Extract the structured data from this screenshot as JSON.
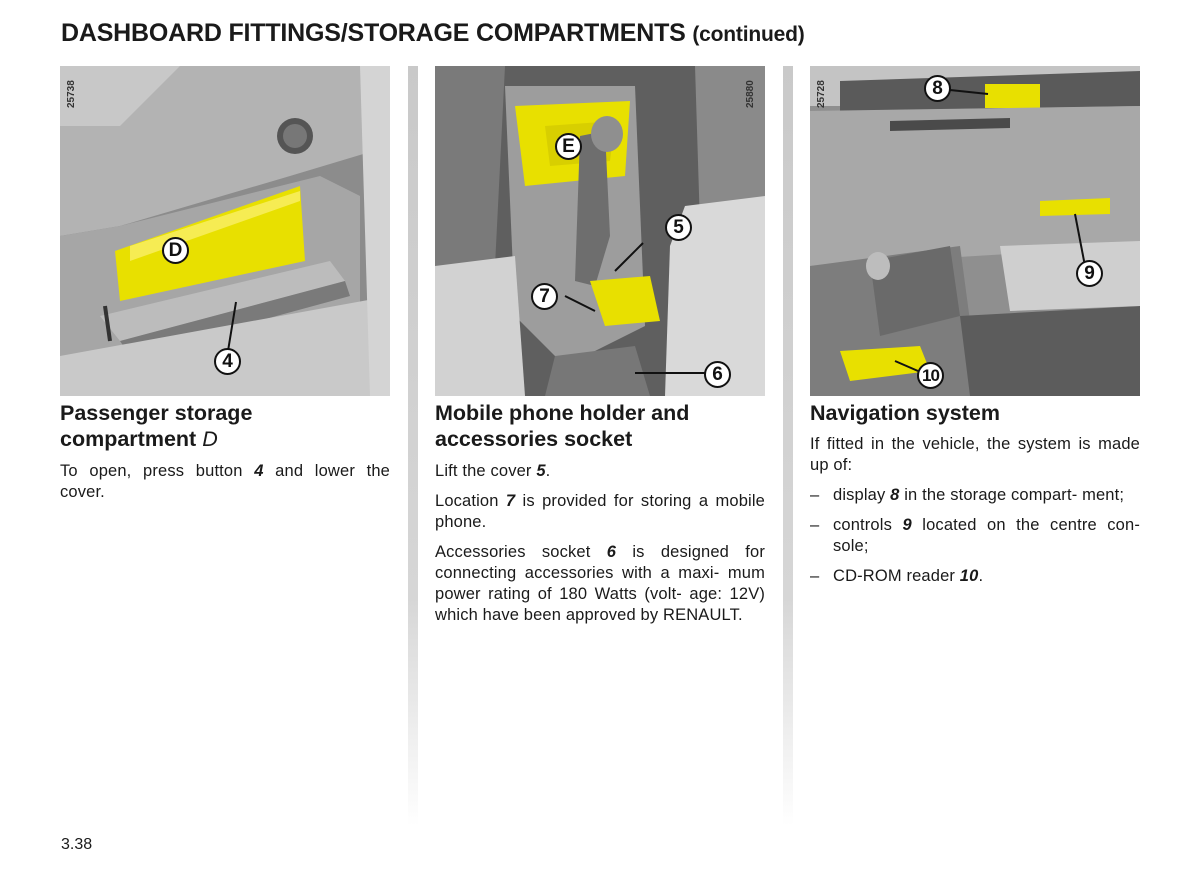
{
  "header": {
    "title": "DASHBOARD FITTINGS/STORAGE COMPARTMENTS",
    "continued": "(continued)"
  },
  "photos": [
    {
      "code": "25738",
      "callouts": [
        "D",
        "4"
      ]
    },
    {
      "code": "25880",
      "callouts": [
        "E",
        "5",
        "7",
        "6"
      ]
    },
    {
      "code": "25728",
      "callouts": [
        "8",
        "9",
        "10"
      ]
    }
  ],
  "sections": {
    "passenger": {
      "title": "Passenger storage compartment",
      "title_letter": "D",
      "p1_a": "To open, press button ",
      "p1_b": "4",
      "p1_c": " and lower the cover."
    },
    "phone": {
      "title": "Mobile phone holder and accessories socket",
      "p1_a": "Lift the cover ",
      "p1_b": "5",
      "p1_c": ".",
      "p2_a": "Location ",
      "p2_b": "7",
      "p2_c": " is provided for storing a mobile phone.",
      "p3_a": "Accessories socket ",
      "p3_b": "6",
      "p3_c": " is designed for connecting accessories with a maxi- mum power rating of 180 Watts (volt- age: 12V) which have been approved by RENAULT."
    },
    "navigation": {
      "title": "Navigation system",
      "intro": "If fitted in the vehicle, the system is made up of:",
      "items": [
        {
          "dash": "–",
          "a": "display ",
          "b": "8",
          "c": " in the storage compart- ment;"
        },
        {
          "dash": "–",
          "a": "controls ",
          "b": "9",
          "c": " located on the centre con- sole;"
        },
        {
          "dash": "–",
          "a": "CD-ROM reader ",
          "b": "10",
          "c": "."
        }
      ]
    }
  },
  "footer": {
    "page_number": "3.38"
  },
  "colors": {
    "highlight": "#e8e000",
    "photo_gray": "#9a9a9a"
  }
}
